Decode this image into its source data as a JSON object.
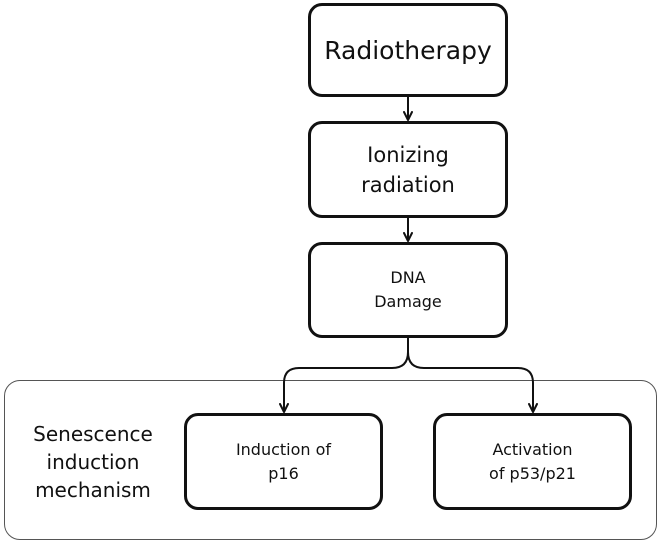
{
  "nodes": {
    "radiotherapy": {
      "label": "Radiotherapy"
    },
    "ionizing_radiation": {
      "lines": [
        "Ionizing",
        "radiation"
      ]
    },
    "dna_damage": {
      "lines": [
        "DNA",
        "Damage"
      ]
    },
    "induction_p16": {
      "lines": [
        "Induction of",
        "p16"
      ]
    },
    "activation_p53": {
      "lines": [
        "Activation",
        "of p53/p21"
      ]
    }
  },
  "group": {
    "lines": [
      "Senescence",
      "induction",
      "mechanism"
    ]
  },
  "colors": {
    "stroke": "#111111",
    "group_border": "#555555",
    "background": "#ffffff"
  }
}
